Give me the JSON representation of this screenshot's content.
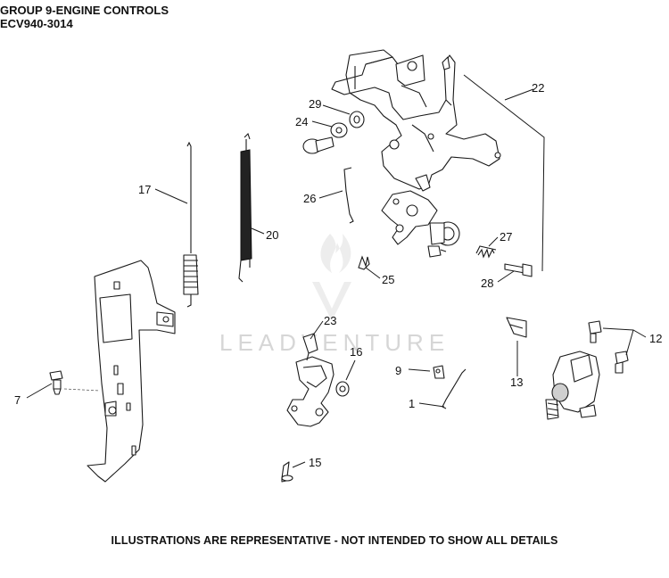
{
  "header": {
    "title": "GROUP 9-ENGINE CONTROLS",
    "model": "ECV940-3014"
  },
  "footer": {
    "note": "ILLUSTRATIONS ARE REPRESENTATIVE - NOT INTENDED TO SHOW ALL DETAILS"
  },
  "watermark": {
    "text": "LEADVENTURE",
    "color": "#d6d6d6"
  },
  "callouts": [
    {
      "id": "c1",
      "label": "1"
    },
    {
      "id": "c7",
      "label": "7"
    },
    {
      "id": "c9",
      "label": "9"
    },
    {
      "id": "c12",
      "label": "12"
    },
    {
      "id": "c13",
      "label": "13"
    },
    {
      "id": "c15",
      "label": "15"
    },
    {
      "id": "c16",
      "label": "16"
    },
    {
      "id": "c17",
      "label": "17"
    },
    {
      "id": "c20",
      "label": "20"
    },
    {
      "id": "c22",
      "label": "22"
    },
    {
      "id": "c23",
      "label": "23"
    },
    {
      "id": "c24",
      "label": "24"
    },
    {
      "id": "c25",
      "label": "25"
    },
    {
      "id": "c26",
      "label": "26"
    },
    {
      "id": "c27",
      "label": "27"
    },
    {
      "id": "c28",
      "label": "28"
    },
    {
      "id": "c29",
      "label": "29"
    }
  ]
}
